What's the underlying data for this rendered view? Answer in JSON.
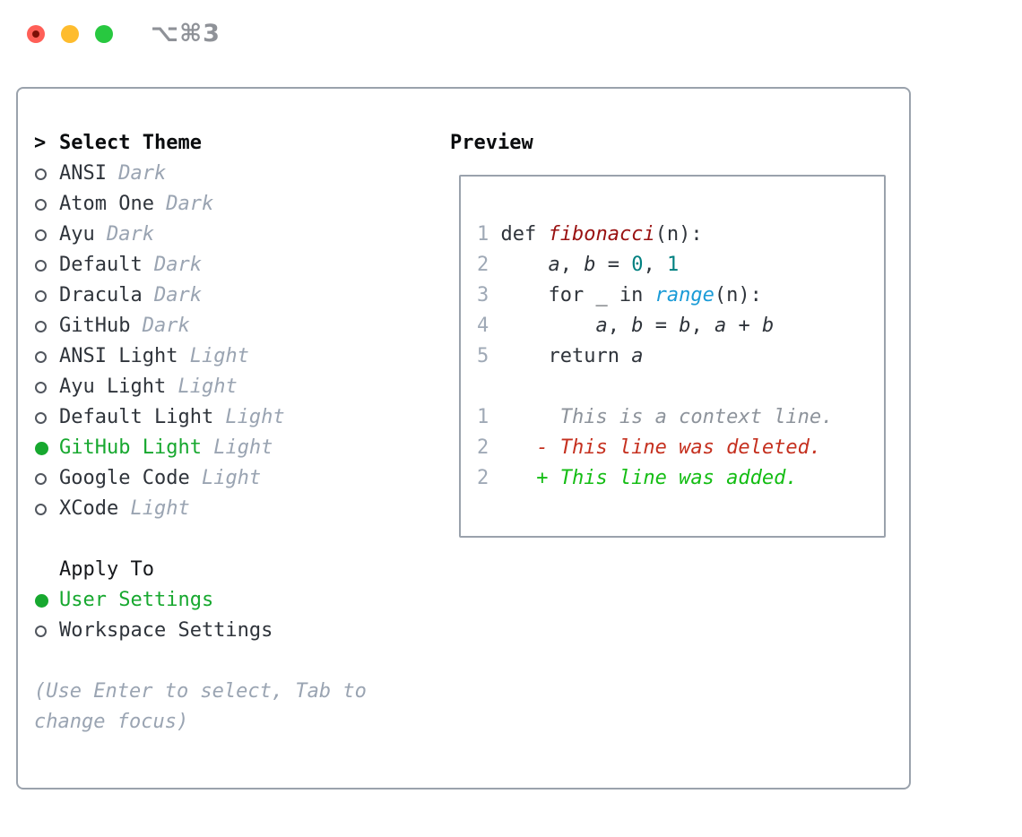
{
  "titlebar": {
    "title": "⌥⌘3",
    "traffic_lights": [
      "close",
      "minimize",
      "zoom"
    ]
  },
  "theme_panel": {
    "header": {
      "prompt": ">",
      "label": "Select Theme"
    },
    "items": [
      {
        "label": "ANSI",
        "suffix": "Dark",
        "selected": false
      },
      {
        "label": "Atom One",
        "suffix": "Dark",
        "selected": false
      },
      {
        "label": "Ayu",
        "suffix": "Dark",
        "selected": false
      },
      {
        "label": "Default",
        "suffix": "Dark",
        "selected": false
      },
      {
        "label": "Dracula",
        "suffix": "Dark",
        "selected": false
      },
      {
        "label": "GitHub",
        "suffix": "Dark",
        "selected": false
      },
      {
        "label": "ANSI Light",
        "suffix": "Light",
        "selected": false
      },
      {
        "label": "Ayu Light",
        "suffix": "Light",
        "selected": false
      },
      {
        "label": "Default Light",
        "suffix": "Light",
        "selected": false
      },
      {
        "label": "GitHub Light",
        "suffix": "Light",
        "selected": true
      },
      {
        "label": "Google Code",
        "suffix": "Light",
        "selected": false
      },
      {
        "label": "XCode",
        "suffix": "Light",
        "selected": false
      }
    ],
    "apply_to": {
      "header": "Apply To",
      "options": [
        {
          "label": "User Settings",
          "selected": true
        },
        {
          "label": "Workspace Settings",
          "selected": false
        }
      ]
    },
    "help_text": "(Use Enter to select, Tab to change focus)"
  },
  "preview": {
    "title": "Preview",
    "code_lines": [
      {
        "num": "1",
        "tokens": [
          {
            "t": "def ",
            "s": "p"
          },
          {
            "t": "fibonacci",
            "s": "fn"
          },
          {
            "t": "(n):",
            "s": "p"
          }
        ]
      },
      {
        "num": "2",
        "tokens": [
          {
            "t": "    ",
            "s": "p"
          },
          {
            "t": "a",
            "s": "v"
          },
          {
            "t": ", ",
            "s": "p"
          },
          {
            "t": "b",
            "s": "v"
          },
          {
            "t": " = ",
            "s": "p"
          },
          {
            "t": "0",
            "s": "n"
          },
          {
            "t": ", ",
            "s": "p"
          },
          {
            "t": "1",
            "s": "n"
          }
        ]
      },
      {
        "num": "3",
        "tokens": [
          {
            "t": "    for _ in ",
            "s": "p"
          },
          {
            "t": "range",
            "s": "b"
          },
          {
            "t": "(n):",
            "s": "p"
          }
        ]
      },
      {
        "num": "4",
        "tokens": [
          {
            "t": "        ",
            "s": "p"
          },
          {
            "t": "a",
            "s": "v"
          },
          {
            "t": ", ",
            "s": "p"
          },
          {
            "t": "b",
            "s": "v"
          },
          {
            "t": " = ",
            "s": "p"
          },
          {
            "t": "b",
            "s": "v"
          },
          {
            "t": ", ",
            "s": "p"
          },
          {
            "t": "a",
            "s": "v"
          },
          {
            "t": " + ",
            "s": "p"
          },
          {
            "t": "b",
            "s": "v"
          }
        ]
      },
      {
        "num": "5",
        "tokens": [
          {
            "t": "    return ",
            "s": "p"
          },
          {
            "t": "a",
            "s": "v"
          }
        ]
      }
    ],
    "diff_lines": [
      {
        "num": "1",
        "text": "     This is a context line.",
        "kind": "context"
      },
      {
        "num": "2",
        "text": "   - This line was deleted.",
        "kind": "deleted"
      },
      {
        "num": "2",
        "text": "   + This line was added.",
        "kind": "added"
      }
    ]
  },
  "colors": {
    "green": "#17a82f",
    "diff-red": "#c5301f",
    "diff-green": "#14bd14",
    "fn-red": "#991111",
    "num-teal": "#008080",
    "builtin-blue": "#1a9bd7",
    "muted": "#9aa4b2",
    "linenum": "#9fa9b6",
    "ink": "#2f343b",
    "border": "#9aa2ac"
  }
}
